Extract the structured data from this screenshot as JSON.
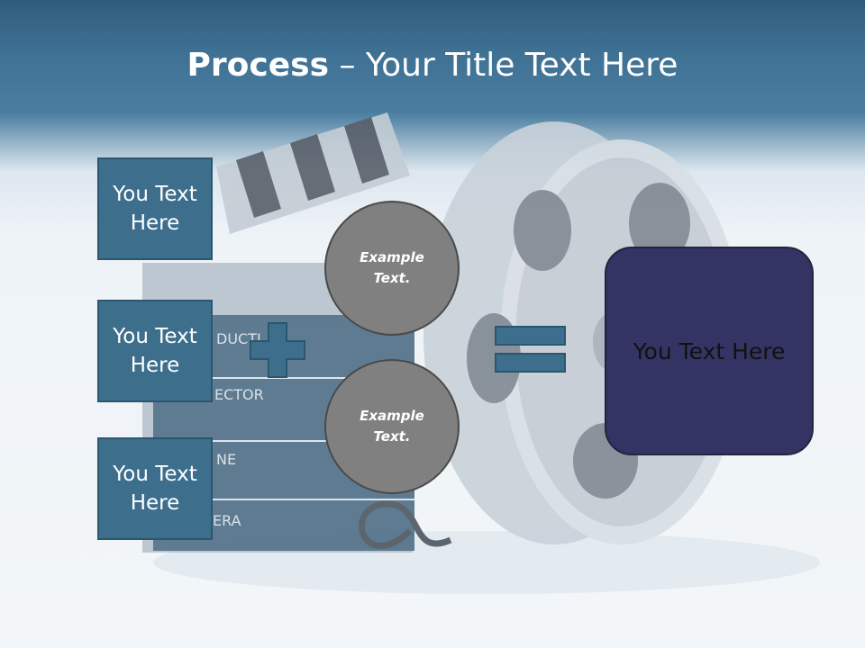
{
  "title": {
    "bold": "Process",
    "rest": " – Your Title Text Here"
  },
  "left_boxes": [
    "You Text Here",
    "You Text Here",
    "You Text Here"
  ],
  "circles": [
    "Example Text.",
    "Example Text."
  ],
  "result": "You Text Here",
  "background_labels": [
    "DUCTI",
    "ECTOR",
    "NE",
    "ERA"
  ],
  "colors": {
    "box": "#3d6f8d",
    "circle": "#808080",
    "result": "#343464",
    "header": "#3f7194"
  }
}
